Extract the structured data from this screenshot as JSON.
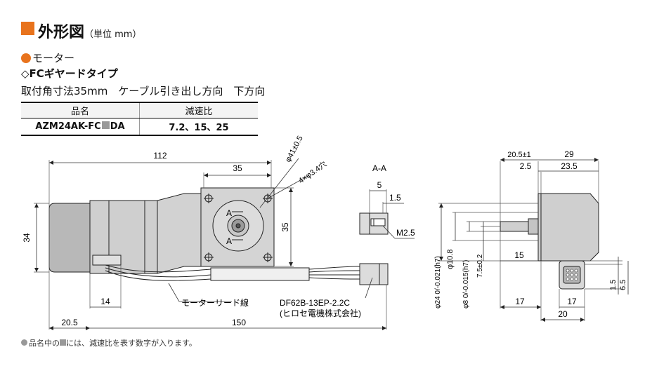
{
  "header": {
    "title": "外形図",
    "unit": "（単位 mm）",
    "accent_color": "#e8731d"
  },
  "section": {
    "motor_label": "モーター",
    "gear_type": "◇FCギヤードタイプ",
    "size_line": "取付角寸法35mm　ケーブル引き出し方向　下方向"
  },
  "spec_table": {
    "col_name": "品名",
    "col_ratio": "減速比",
    "model_prefix": "AZM24AK-FC",
    "model_suffix": "DA",
    "ratio_values": "7.2、15、25"
  },
  "drawing": {
    "side": {
      "dim_112": "112",
      "dim_35_top": "35",
      "dim_phi41": "φ41±0.5",
      "dim_holes": "4×φ3.4穴",
      "dim_34": "34",
      "dim_35_side": "35",
      "section_a1": "A",
      "section_a2": "A",
      "dim_14": "14",
      "dim_20_5": "20.5",
      "dim_150": "150",
      "lead_label": "モーターリード線",
      "connector_part": "DF62B-13EP-2.2C",
      "connector_maker": "(ヒロセ電機株式会社)"
    },
    "section_aa": {
      "title": "A-A",
      "dim_5": "5",
      "dim_1_5": "1.5",
      "dim_m2_5": "M2.5"
    },
    "front": {
      "dim_20_5": "20.5±1",
      "dim_29": "29",
      "dim_2_5": "2.5",
      "dim_23_5": "23.5",
      "dim_phi24": "φ24 0/-0.021(h7)",
      "dim_phi10_8": "φ10.8",
      "dim_phi8": "φ8 0/-0.015(h7)",
      "dim_7_5": "7.5±0.2",
      "dim_15": "15",
      "dim_17_left": "17",
      "dim_17_right": "17",
      "dim_20": "20",
      "dim_1_5": "1.5",
      "dim_6_5": "6.5"
    }
  },
  "footnote": {
    "text_a": "品名中の",
    "text_b": "には、減速比を表す数字が入ります。"
  }
}
